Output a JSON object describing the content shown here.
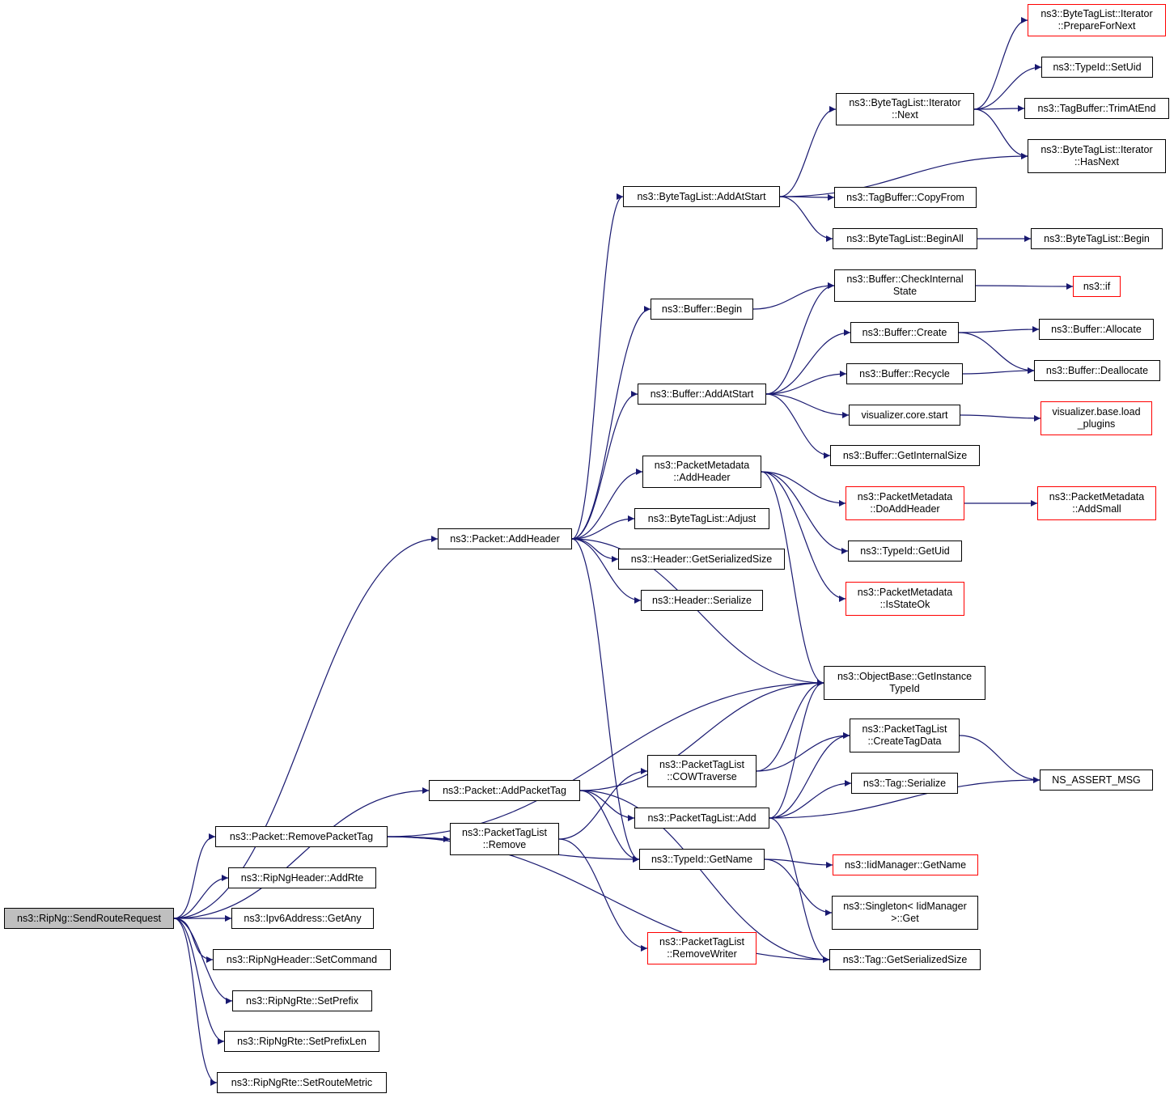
{
  "graph": {
    "edge_color": "#191970",
    "border_color": "#000000",
    "incomplete_border_color": "#ff0000",
    "root_fill_color": "#bfbfbf",
    "nodes": {
      "root": {
        "lines": [
          "ns3::RipNg::SendRouteRequest"
        ]
      },
      "n_addheader": {
        "lines": [
          "ns3::Packet::AddHeader"
        ]
      },
      "n_addpackettag": {
        "lines": [
          "ns3::Packet::AddPacketTag"
        ]
      },
      "n_removepackettag": {
        "lines": [
          "ns3::Packet::RemovePacketTag"
        ]
      },
      "n_ripng_addrte": {
        "lines": [
          "ns3::RipNgHeader::AddRte"
        ]
      },
      "n_ipv6_getany": {
        "lines": [
          "ns3::Ipv6Address::GetAny"
        ]
      },
      "n_setcommand": {
        "lines": [
          "ns3::RipNgHeader::SetCommand"
        ]
      },
      "n_setprefix": {
        "lines": [
          "ns3::RipNgRte::SetPrefix"
        ]
      },
      "n_setprefixlen": {
        "lines": [
          "ns3::RipNgRte::SetPrefixLen"
        ]
      },
      "n_setroutemetric": {
        "lines": [
          "ns3::RipNgRte::SetRouteMetric"
        ]
      },
      "n_btl_addatstart": {
        "lines": [
          "ns3::ByteTagList::AddAtStart"
        ]
      },
      "n_buffer_begin": {
        "lines": [
          "ns3::Buffer::Begin"
        ]
      },
      "n_buffer_addatstart": {
        "lines": [
          "ns3::Buffer::AddAtStart"
        ]
      },
      "n_pm_addheader": {
        "lines": [
          "ns3::PacketMetadata",
          "::AddHeader"
        ]
      },
      "n_btl_adjust": {
        "lines": [
          "ns3::ByteTagList::Adjust"
        ]
      },
      "n_header_getsersize": {
        "lines": [
          "ns3::Header::GetSerializedSize"
        ]
      },
      "n_header_serialize": {
        "lines": [
          "ns3::Header::Serialize"
        ]
      },
      "n_ptl_cowtraverse": {
        "lines": [
          "ns3::PacketTagList",
          "::COWTraverse"
        ]
      },
      "n_ptl_add": {
        "lines": [
          "ns3::PacketTagList::Add"
        ]
      },
      "n_ptl_remove": {
        "lines": [
          "ns3::PacketTagList",
          "::Remove"
        ]
      },
      "n_typeid_getname": {
        "lines": [
          "ns3::TypeId::GetName"
        ]
      },
      "n_ptl_removewriter": {
        "lines": [
          "ns3::PacketTagList",
          "::RemoveWriter"
        ]
      },
      "n_iter_next": {
        "lines": [
          "ns3::ByteTagList::Iterator",
          "::Next"
        ]
      },
      "n_tagbuffer_copyfrom": {
        "lines": [
          "ns3::TagBuffer::CopyFrom"
        ]
      },
      "n_btl_beginall": {
        "lines": [
          "ns3::ByteTagList::BeginAll"
        ]
      },
      "n_buffer_checkinternal": {
        "lines": [
          "ns3::Buffer::CheckInternal",
          "State"
        ]
      },
      "n_buffer_create": {
        "lines": [
          "ns3::Buffer::Create"
        ]
      },
      "n_buffer_recycle": {
        "lines": [
          "ns3::Buffer::Recycle"
        ]
      },
      "n_vis_core_start": {
        "lines": [
          "visualizer.core.start"
        ]
      },
      "n_buffer_getinternalsize": {
        "lines": [
          "ns3::Buffer::GetInternalSize"
        ]
      },
      "n_pm_doaddheader": {
        "lines": [
          "ns3::PacketMetadata",
          "::DoAddHeader"
        ]
      },
      "n_typeid_getuid": {
        "lines": [
          "ns3::TypeId::GetUid"
        ]
      },
      "n_pm_isstateok": {
        "lines": [
          "ns3::PacketMetadata",
          "::IsStateOk"
        ]
      },
      "n_objectbase_getinstancetypeid": {
        "lines": [
          "ns3::ObjectBase::GetInstance",
          "TypeId"
        ]
      },
      "n_ptl_createtagdata": {
        "lines": [
          "ns3::PacketTagList",
          "::CreateTagData"
        ]
      },
      "n_tag_serialize": {
        "lines": [
          "ns3::Tag::Serialize"
        ]
      },
      "n_iidmanager_getname": {
        "lines": [
          "ns3::IidManager::GetName"
        ]
      },
      "n_singleton_get": {
        "lines": [
          "ns3::Singleton< IidManager",
          ">::Get"
        ]
      },
      "n_tag_getsersize": {
        "lines": [
          "ns3::Tag::GetSerializedSize"
        ]
      },
      "n_iter_preparefornext": {
        "lines": [
          "ns3::ByteTagList::Iterator",
          "::PrepareForNext"
        ]
      },
      "n_typeid_setuid": {
        "lines": [
          "ns3::TypeId::SetUid"
        ]
      },
      "n_tagbuffer_trimatend": {
        "lines": [
          "ns3::TagBuffer::TrimAtEnd"
        ]
      },
      "n_iter_hasnext": {
        "lines": [
          "ns3::ByteTagList::Iterator",
          "::HasNext"
        ]
      },
      "n_btl_begin": {
        "lines": [
          "ns3::ByteTagList::Begin"
        ]
      },
      "n_ns3_if": {
        "lines": [
          "ns3::if"
        ]
      },
      "n_buffer_allocate": {
        "lines": [
          "ns3::Buffer::Allocate"
        ]
      },
      "n_buffer_deallocate": {
        "lines": [
          "ns3::Buffer::Deallocate"
        ]
      },
      "n_vis_base_loadplugins": {
        "lines": [
          "visualizer.base.load",
          "_plugins"
        ]
      },
      "n_pm_addsmall": {
        "lines": [
          "ns3::PacketMetadata",
          "::AddSmall"
        ]
      },
      "n_ns_assert_msg": {
        "lines": [
          "NS_ASSERT_MSG"
        ]
      }
    },
    "edges": [
      [
        "root",
        "n_addheader"
      ],
      [
        "root",
        "n_addpackettag"
      ],
      [
        "root",
        "n_removepackettag"
      ],
      [
        "root",
        "n_ripng_addrte"
      ],
      [
        "root",
        "n_ipv6_getany"
      ],
      [
        "root",
        "n_setcommand"
      ],
      [
        "root",
        "n_setprefix"
      ],
      [
        "root",
        "n_setprefixlen"
      ],
      [
        "root",
        "n_setroutemetric"
      ],
      [
        "n_addheader",
        "n_btl_addatstart"
      ],
      [
        "n_addheader",
        "n_buffer_begin"
      ],
      [
        "n_addheader",
        "n_buffer_addatstart"
      ],
      [
        "n_addheader",
        "n_pm_addheader"
      ],
      [
        "n_addheader",
        "n_btl_adjust"
      ],
      [
        "n_addheader",
        "n_header_getsersize"
      ],
      [
        "n_addheader",
        "n_header_serialize"
      ],
      [
        "n_addheader",
        "n_objectbase_getinstancetypeid"
      ],
      [
        "n_addheader",
        "n_typeid_getname"
      ],
      [
        "n_btl_addatstart",
        "n_iter_next"
      ],
      [
        "n_btl_addatstart",
        "n_iter_hasnext"
      ],
      [
        "n_btl_addatstart",
        "n_tagbuffer_copyfrom"
      ],
      [
        "n_btl_addatstart",
        "n_btl_beginall"
      ],
      [
        "n_iter_next",
        "n_iter_preparefornext"
      ],
      [
        "n_iter_next",
        "n_typeid_setuid"
      ],
      [
        "n_iter_next",
        "n_tagbuffer_trimatend"
      ],
      [
        "n_iter_next",
        "n_iter_hasnext"
      ],
      [
        "n_btl_beginall",
        "n_btl_begin"
      ],
      [
        "n_buffer_begin",
        "n_buffer_checkinternal"
      ],
      [
        "n_buffer_checkinternal",
        "n_ns3_if"
      ],
      [
        "n_buffer_addatstart",
        "n_buffer_checkinternal"
      ],
      [
        "n_buffer_addatstart",
        "n_buffer_create"
      ],
      [
        "n_buffer_addatstart",
        "n_buffer_recycle"
      ],
      [
        "n_buffer_addatstart",
        "n_vis_core_start"
      ],
      [
        "n_buffer_addatstart",
        "n_buffer_getinternalsize"
      ],
      [
        "n_buffer_create",
        "n_buffer_allocate"
      ],
      [
        "n_buffer_create",
        "n_buffer_deallocate"
      ],
      [
        "n_buffer_recycle",
        "n_buffer_deallocate"
      ],
      [
        "n_vis_core_start",
        "n_vis_base_loadplugins"
      ],
      [
        "n_pm_addheader",
        "n_pm_doaddheader"
      ],
      [
        "n_pm_addheader",
        "n_typeid_getuid"
      ],
      [
        "n_pm_addheader",
        "n_pm_isstateok"
      ],
      [
        "n_pm_addheader",
        "n_objectbase_getinstancetypeid"
      ],
      [
        "n_pm_doaddheader",
        "n_pm_addsmall"
      ],
      [
        "n_addpackettag",
        "n_objectbase_getinstancetypeid"
      ],
      [
        "n_addpackettag",
        "n_ptl_add"
      ],
      [
        "n_addpackettag",
        "n_typeid_getname"
      ],
      [
        "n_addpackettag",
        "n_tag_getsersize"
      ],
      [
        "n_removepackettag",
        "n_objectbase_getinstancetypeid"
      ],
      [
        "n_removepackettag",
        "n_ptl_remove"
      ],
      [
        "n_removepackettag",
        "n_typeid_getname"
      ],
      [
        "n_removepackettag",
        "n_tag_getsersize"
      ],
      [
        "n_ptl_remove",
        "n_ptl_cowtraverse"
      ],
      [
        "n_ptl_remove",
        "n_ptl_removewriter"
      ],
      [
        "n_ptl_cowtraverse",
        "n_objectbase_getinstancetypeid"
      ],
      [
        "n_ptl_cowtraverse",
        "n_ptl_createtagdata"
      ],
      [
        "n_ptl_add",
        "n_objectbase_getinstancetypeid"
      ],
      [
        "n_ptl_add",
        "n_ptl_createtagdata"
      ],
      [
        "n_ptl_add",
        "n_tag_serialize"
      ],
      [
        "n_ptl_add",
        "n_ns_assert_msg"
      ],
      [
        "n_ptl_add",
        "n_tag_getsersize"
      ],
      [
        "n_ptl_createtagdata",
        "n_ns_assert_msg"
      ],
      [
        "n_typeid_getname",
        "n_iidmanager_getname"
      ],
      [
        "n_typeid_getname",
        "n_singleton_get"
      ]
    ]
  }
}
